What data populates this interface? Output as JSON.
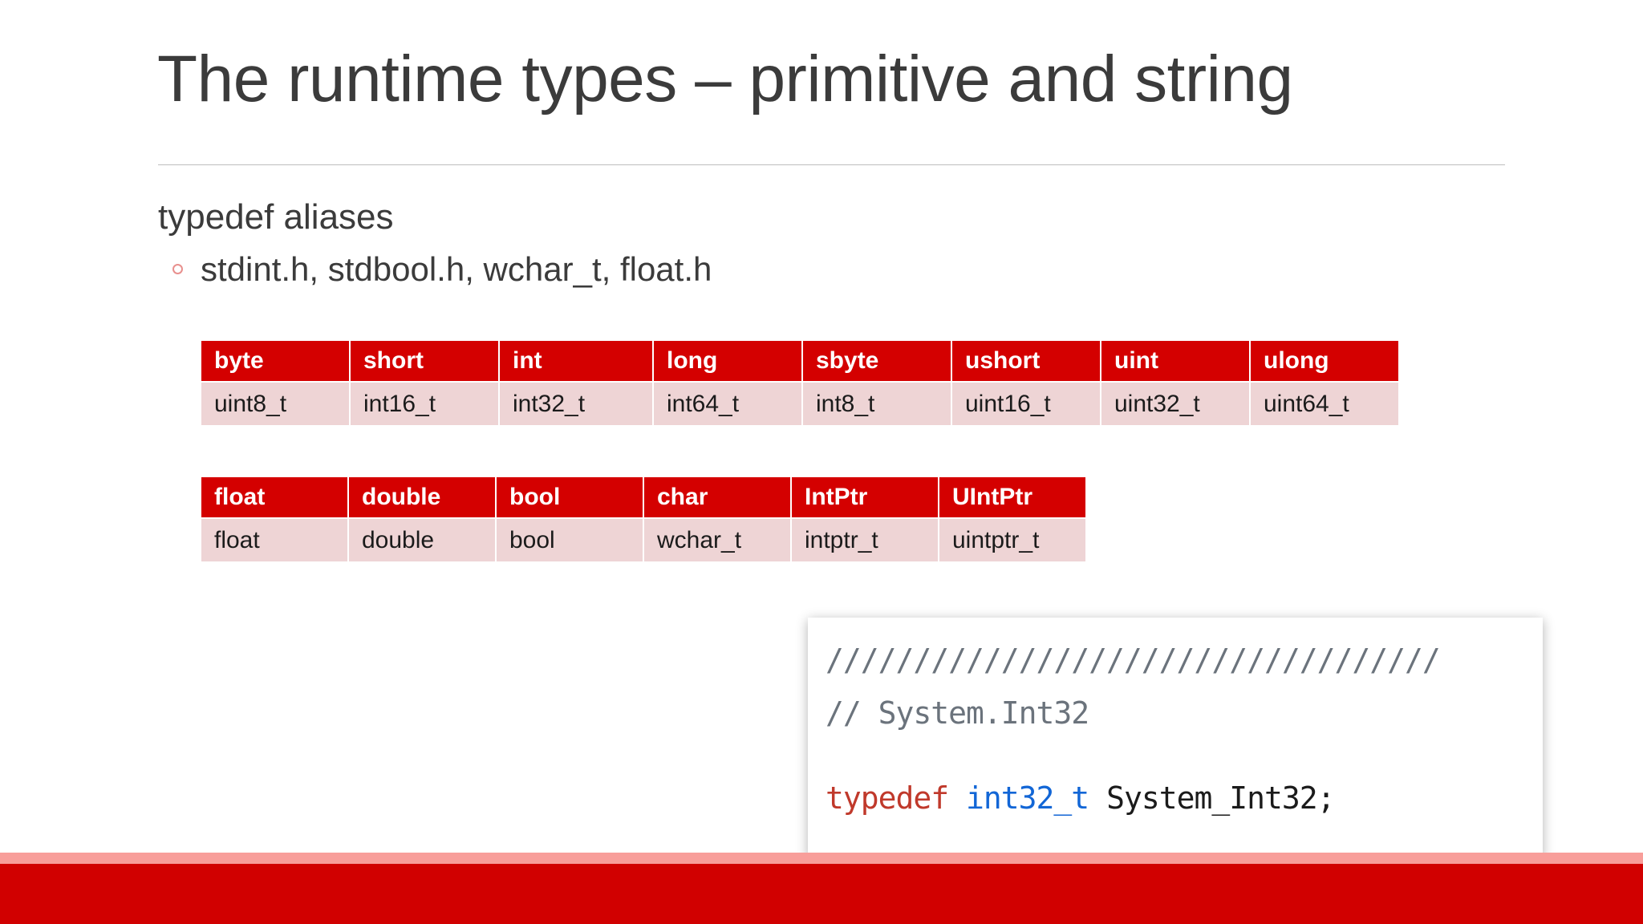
{
  "slide": {
    "title": "The runtime types – primitive and string",
    "lead": "typedef aliases",
    "bullet": {
      "marker": "hollow-circle-bullet",
      "text": "stdint.h, stdbool.h, wchar_t, float.h"
    }
  },
  "colors": {
    "header_red": "#d40000",
    "cell_pink": "#eed4d5",
    "bar_red": "#d10000",
    "bar_light_red": "#f89e9a",
    "bullet_red": "#e8908e",
    "title_gray": "#3b3b3b",
    "comment_gray": "#6b737c",
    "keyword_red": "#c0392b",
    "type_blue": "#1266d6"
  },
  "table_one": {
    "headers": [
      "byte",
      "short",
      "int",
      "long",
      "sbyte",
      "ushort",
      "uint",
      "ulong"
    ],
    "values": [
      "uint8_t",
      "int16_t",
      "int32_t",
      "int64_t",
      "int8_t",
      "uint16_t",
      "uint32_t",
      "uint64_t"
    ]
  },
  "table_two": {
    "headers": [
      "float",
      "double",
      "bool",
      "char",
      "IntPtr",
      "UIntPtr"
    ],
    "values": [
      "float",
      "double",
      "bool",
      "wchar_t",
      "intptr_t",
      "uintptr_t"
    ]
  },
  "code_panel": {
    "lines": {
      "rule": "///////////////////////////////////",
      "comment": "// System.Int32",
      "typedef_keyword": "typedef ",
      "typedef_type": "int32_t",
      "typedef_identifier": " System_Int32;"
    }
  }
}
